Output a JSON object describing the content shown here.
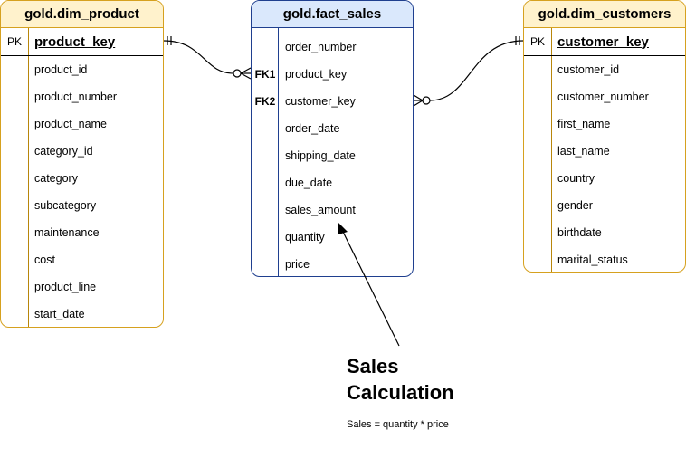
{
  "tables": {
    "dim_product": {
      "title": "gold.dim_product",
      "pk": {
        "badge": "PK",
        "name": "product_key"
      },
      "columns": [
        "product_id",
        "product_number",
        "product_name",
        "category_id",
        "category",
        "subcategory",
        "maintenance",
        "cost",
        "product_line",
        "start_date"
      ]
    },
    "fact_sales": {
      "title": "gold.fact_sales",
      "columns": [
        {
          "badge": "",
          "name": "order_number"
        },
        {
          "badge": "FK1",
          "name": "product_key"
        },
        {
          "badge": "FK2",
          "name": "customer_key"
        },
        {
          "badge": "",
          "name": "order_date"
        },
        {
          "badge": "",
          "name": "shipping_date"
        },
        {
          "badge": "",
          "name": "due_date"
        },
        {
          "badge": "",
          "name": "sales_amount"
        },
        {
          "badge": "",
          "name": "quantity"
        },
        {
          "badge": "",
          "name": "price"
        }
      ]
    },
    "dim_customers": {
      "title": "gold.dim_customers",
      "pk": {
        "badge": "PK",
        "name": "customer_key"
      },
      "columns": [
        "customer_id",
        "customer_number",
        "first_name",
        "last_name",
        "country",
        "gender",
        "birthdate",
        "marital_status"
      ]
    }
  },
  "relationships": [
    {
      "from": "gold.dim_product.product_key",
      "to": "gold.fact_sales.product_key",
      "cardinality": "one-to-zero-or-many"
    },
    {
      "from": "gold.dim_customers.customer_key",
      "to": "gold.fact_sales.customer_key",
      "cardinality": "one-to-zero-or-many"
    }
  ],
  "note": {
    "title_line1": "Sales",
    "title_line2": "Calculation",
    "body": "Sales = quantity * price",
    "points_to": "sales_amount"
  },
  "colors": {
    "dim_border": "#d6a11f",
    "dim_header": "#fff2cc",
    "fact_border": "#1f3f8f",
    "fact_header": "#dae8fc"
  }
}
